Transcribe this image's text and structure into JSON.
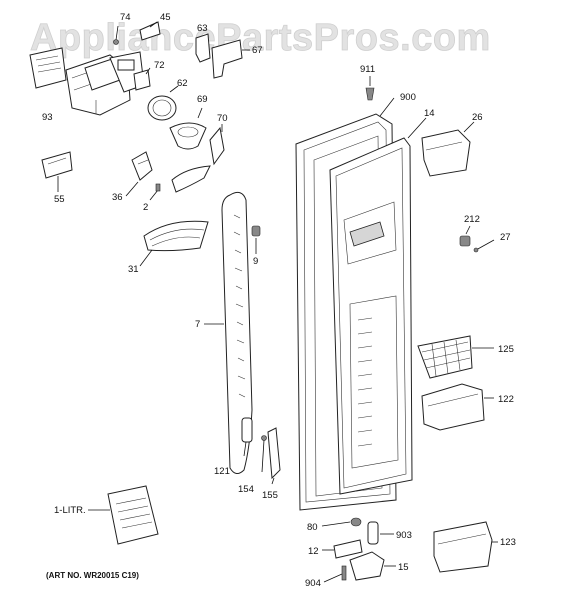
{
  "watermark": "AppliancePartsPros.com",
  "art_number": "(ART NO. WR20015 C19)",
  "callouts": [
    {
      "id": "74",
      "label": "74"
    },
    {
      "id": "45",
      "label": "45"
    },
    {
      "id": "63",
      "label": "63"
    },
    {
      "id": "67",
      "label": "67"
    },
    {
      "id": "93",
      "label": "93"
    },
    {
      "id": "72",
      "label": "72"
    },
    {
      "id": "62",
      "label": "62"
    },
    {
      "id": "69",
      "label": "69"
    },
    {
      "id": "70",
      "label": "70"
    },
    {
      "id": "911",
      "label": "911"
    },
    {
      "id": "900",
      "label": "900"
    },
    {
      "id": "14",
      "label": "14"
    },
    {
      "id": "26",
      "label": "26"
    },
    {
      "id": "55",
      "label": "55"
    },
    {
      "id": "36",
      "label": "36"
    },
    {
      "id": "2",
      "label": "2"
    },
    {
      "id": "212",
      "label": "212"
    },
    {
      "id": "27",
      "label": "27"
    },
    {
      "id": "31",
      "label": "31"
    },
    {
      "id": "9",
      "label": "9"
    },
    {
      "id": "7",
      "label": "7"
    },
    {
      "id": "125",
      "label": "125"
    },
    {
      "id": "122",
      "label": "122"
    },
    {
      "id": "121",
      "label": "121"
    },
    {
      "id": "154",
      "label": "154"
    },
    {
      "id": "155",
      "label": "155"
    },
    {
      "id": "1-litr",
      "label": "1-LITR."
    },
    {
      "id": "80",
      "label": "80"
    },
    {
      "id": "903",
      "label": "903"
    },
    {
      "id": "123",
      "label": "123"
    },
    {
      "id": "12",
      "label": "12"
    },
    {
      "id": "15",
      "label": "15"
    },
    {
      "id": "904",
      "label": "904"
    }
  ]
}
